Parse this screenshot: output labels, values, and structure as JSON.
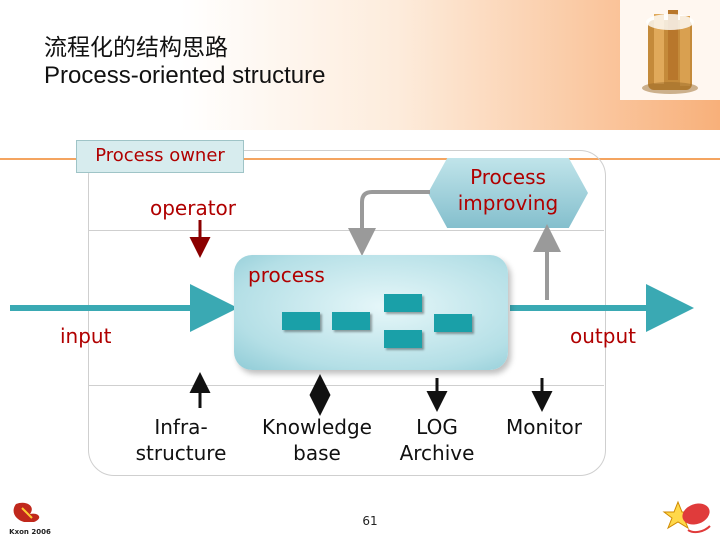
{
  "header": {
    "title_cn": "流程化的结构思路",
    "title_en": "Process-oriented structure"
  },
  "diagram": {
    "process_owner": "Process owner",
    "operator": "operator",
    "process_improving": [
      "Process",
      "improving"
    ],
    "process": "process",
    "input": "input",
    "output": "output",
    "supports": [
      {
        "lines": [
          "Infra-",
          "structure"
        ],
        "arrow": "up"
      },
      {
        "lines": [
          "Knowledge",
          "base"
        ],
        "arrow": "both"
      },
      {
        "lines": [
          "LOG",
          "Archive"
        ],
        "arrow": "down"
      },
      {
        "lines": [
          "Monitor"
        ],
        "arrow": "down"
      }
    ]
  },
  "footer": {
    "page_number": "61",
    "logo_text": "Kxon 2006"
  },
  "colors": {
    "accent_red": "#b00000",
    "teal": "#1aa0a8",
    "arrow_flow": "#3aa9b3",
    "header_orange": "#f4a460"
  }
}
